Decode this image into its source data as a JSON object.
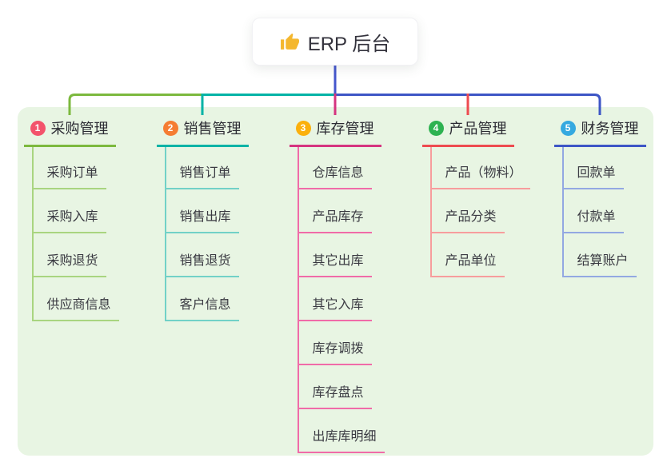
{
  "root": {
    "title": "ERP 后台",
    "icon": "thumbs-up",
    "icon_color": "#f4b72e",
    "connector_color": "#4456cd"
  },
  "canvas": {
    "background_color": "#e8f5e3"
  },
  "branches": [
    {
      "badge": "1",
      "title": "采购管理",
      "badge_color": "#f3536b",
      "line_color": "#7cb93e",
      "child_line_color": "#a9d580",
      "children": [
        "采购订单",
        "采购入库",
        "采购退货",
        "供应商信息"
      ]
    },
    {
      "badge": "2",
      "title": "销售管理",
      "badge_color": "#f57d33",
      "line_color": "#00b3a6",
      "child_line_color": "#72d1c7",
      "children": [
        "销售订单",
        "销售出库",
        "销售退货",
        "客户信息"
      ]
    },
    {
      "badge": "3",
      "title": "库存管理",
      "badge_color": "#fbb00c",
      "line_color": "#d53480",
      "child_line_color": "#f06ba8",
      "children": [
        "仓库信息",
        "产品库存",
        "其它出库",
        "其它入库",
        "库存调拨",
        "库存盘点",
        "出库库明细"
      ]
    },
    {
      "badge": "4",
      "title": "产品管理",
      "badge_color": "#2eb251",
      "line_color": "#ee4b50",
      "child_line_color": "#f79d9d",
      "children": [
        "产品（物料）",
        "产品分类",
        "产品单位"
      ]
    },
    {
      "badge": "5",
      "title": "财务管理",
      "badge_color": "#35a9e0",
      "line_color": "#3d56c6",
      "child_line_color": "#93a8e2",
      "children": [
        "回款单",
        "付款单",
        "结算账户"
      ]
    }
  ]
}
